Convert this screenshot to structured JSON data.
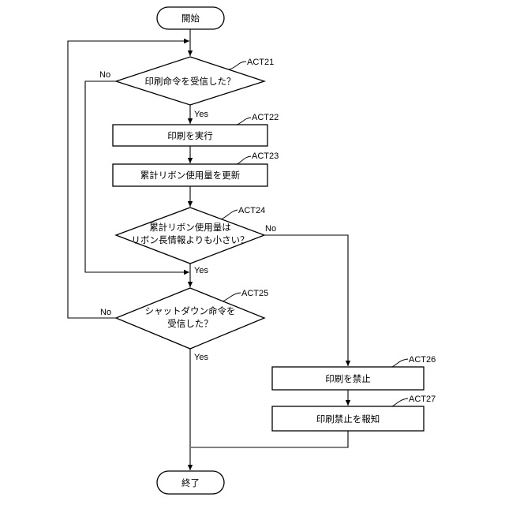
{
  "nodes": {
    "start": "開始",
    "act21": {
      "label": "ACT21",
      "text": "印刷命令を受信した？"
    },
    "act22": {
      "label": "ACT22",
      "text": "印刷を実行"
    },
    "act23": {
      "label": "ACT23",
      "text": "累計リボン使用量を更新"
    },
    "act24": {
      "label": "ACT24",
      "line1": "累計リボン使用量は",
      "line2": "リボン長情報よりも小さい？"
    },
    "act25": {
      "label": "ACT25",
      "line1": "シャットダウン命令を",
      "line2": "受信した？"
    },
    "act26": {
      "label": "ACT26",
      "text": "印刷を禁止"
    },
    "act27": {
      "label": "ACT27",
      "text": "印刷禁止を報知"
    },
    "end": "終了"
  },
  "edges": {
    "act21_yes": "Yes",
    "act21_no": "No",
    "act24_yes": "Yes",
    "act24_no": "No",
    "act25_yes": "Yes",
    "act25_no": "No"
  }
}
